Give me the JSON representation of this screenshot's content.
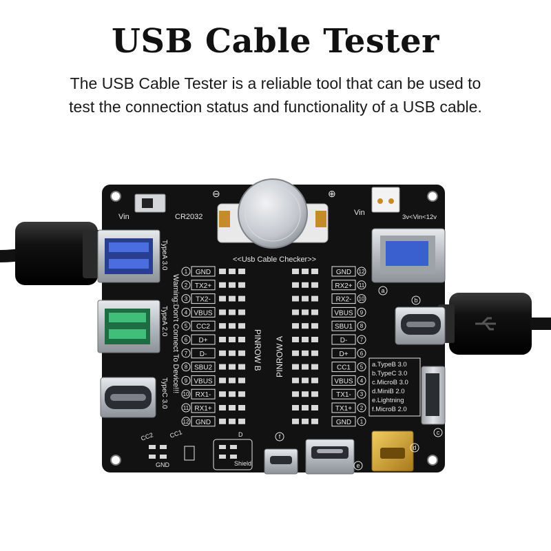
{
  "header": {
    "title": "USB Cable Tester",
    "description": "The USB Cable Tester is a reliable tool that can be used to test the connection status and functionality of a USB cable."
  },
  "board": {
    "header_label": "<<Usb Cable Checker>>",
    "battery_label": "CR2032",
    "minus_sign": "⊖",
    "plus_sign": "⊕",
    "vin_left": "Vin",
    "vin_right": "Vin",
    "vin_range": "3v<Vin<12v",
    "warning_text": "Warning:Don't Connect To Device!!!",
    "row_b_label": "PINROW B",
    "row_a_label": "PINROW A",
    "port_labels": {
      "typea30": "TypeA 3.0",
      "typea20": "TypeA 2.0",
      "typec30": "TypeC 3.0"
    },
    "pins_b": [
      {
        "n": "1",
        "name": "GND"
      },
      {
        "n": "2",
        "name": "TX2+"
      },
      {
        "n": "3",
        "name": "TX2-"
      },
      {
        "n": "4",
        "name": "VBUS"
      },
      {
        "n": "5",
        "name": "CC2"
      },
      {
        "n": "6",
        "name": "D+"
      },
      {
        "n": "7",
        "name": "D-"
      },
      {
        "n": "8",
        "name": "SBU2"
      },
      {
        "n": "9",
        "name": "VBUS"
      },
      {
        "n": "10",
        "name": "RX1-"
      },
      {
        "n": "11",
        "name": "RX1+"
      },
      {
        "n": "12",
        "name": "GND"
      }
    ],
    "pins_a": [
      {
        "n": "12",
        "name": "GND"
      },
      {
        "n": "11",
        "name": "RX2+"
      },
      {
        "n": "10",
        "name": "RX2-"
      },
      {
        "n": "9",
        "name": "VBUS"
      },
      {
        "n": "8",
        "name": "SBU1"
      },
      {
        "n": "7",
        "name": "D-"
      },
      {
        "n": "6",
        "name": "D+"
      },
      {
        "n": "5",
        "name": "CC1"
      },
      {
        "n": "4",
        "name": "VBUS"
      },
      {
        "n": "3",
        "name": "TX1-"
      },
      {
        "n": "2",
        "name": "TX1+"
      },
      {
        "n": "1",
        "name": "GND"
      }
    ],
    "legend": [
      "a.TypeB 3.0",
      "b.TypeC 3.0",
      "c.MicroB 3.0",
      "d.MiniB 2.0",
      "e.Lightning",
      "f.MicroB 2.0"
    ],
    "port_markers": {
      "a": "a",
      "b": "b",
      "c": "c",
      "d": "d",
      "e": "e",
      "f": "f"
    },
    "cc2_label": "CC2",
    "cc1_label": "CC1",
    "gnd_label": "GND",
    "shield_label": "Shield",
    "d_label": "D",
    "colors": {
      "pcb": "#111111",
      "silk": "#e8e8e8",
      "metal": "#c9ccd0",
      "usb3_blue": "#3a5fcf",
      "usb2_green": "#2f9a5f",
      "gold": "#d4a32a",
      "cable": "#141414"
    }
  }
}
